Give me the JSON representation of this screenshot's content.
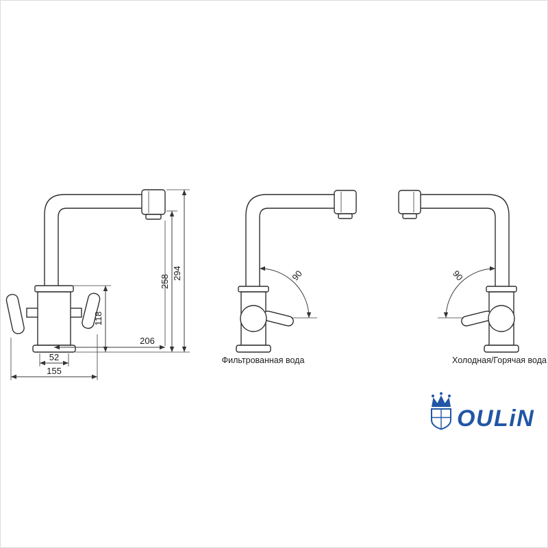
{
  "front_view": {
    "dim_total_height": "294",
    "dim_spout_height": "258",
    "dim_body_height": "118",
    "dim_reach": "206",
    "dim_base_width": "52",
    "dim_total_width": "155"
  },
  "filtered_view": {
    "angle": "90",
    "label": "Фильтрованная вода"
  },
  "mixed_view": {
    "angle": "90",
    "label": "Холодная/Горячая вода"
  },
  "brand": {
    "name": "OULiN",
    "accent_color": "#2156a5"
  }
}
